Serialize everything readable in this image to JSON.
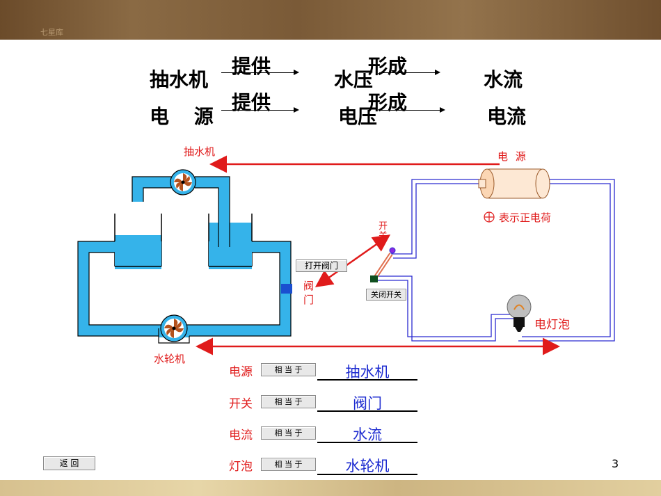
{
  "header": {
    "logo_text": "七星库"
  },
  "analogy": {
    "row1": {
      "source": "抽水机",
      "verb1": "提供",
      "middle": "水压",
      "verb2": "形成",
      "result": "水流"
    },
    "row2": {
      "source": "电 源",
      "verb1": "提供",
      "middle": "电压",
      "verb2": "形成",
      "result": "电流"
    }
  },
  "diagram": {
    "labels": {
      "pump": "抽水机",
      "power_source": "电 源",
      "positive_charge": "表示正电荷",
      "switch": "开关",
      "valve": "阀门",
      "bulb": "电灯泡",
      "turbine": "水轮机"
    },
    "buttons": {
      "open_valve": "打开阀门",
      "close_switch": "关闭开关"
    }
  },
  "equivalence": {
    "equals_button": "相 当 于",
    "rows": [
      {
        "term": "电源",
        "answer": "抽水机"
      },
      {
        "term": "开关",
        "answer": "阀门"
      },
      {
        "term": "电流",
        "answer": "水流"
      },
      {
        "term": "灯泡",
        "answer": "水轮机"
      }
    ]
  },
  "nav": {
    "back_button": "返 回"
  },
  "page_number": "3",
  "colors": {
    "water": "#35b3ea",
    "wire": "#2a2ad0",
    "label_red": "#e01b1b",
    "answer_blue": "#1d2bd0"
  }
}
